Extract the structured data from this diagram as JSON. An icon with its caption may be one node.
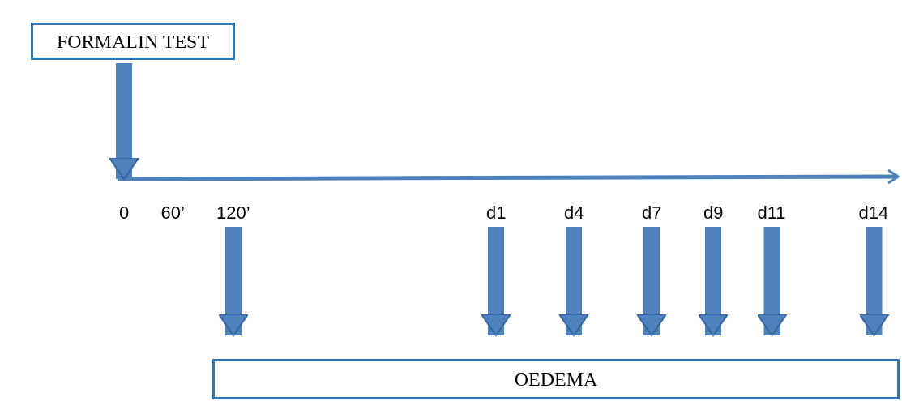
{
  "diagram": {
    "nodes": [
      {
        "text": [
          "FORMALIN TEST"
        ]
      },
      {
        "text": [
          "0"
        ]
      },
      {
        "text": [
          "60’"
        ]
      },
      {
        "text": [
          "120’"
        ]
      },
      {
        "text": [
          "d1"
        ]
      },
      {
        "text": [
          "d4"
        ]
      },
      {
        "text": [
          "d7"
        ]
      },
      {
        "text": [
          "d9"
        ]
      },
      {
        "text": [
          "d11"
        ]
      },
      {
        "text": [
          "d14"
        ]
      },
      {
        "text": [
          "OEDEMA"
        ]
      }
    ],
    "edges": [
      {
        "from": 0,
        "to": 1,
        "arrow": "to"
      },
      {
        "from": 3,
        "to": 10,
        "arrow": "to"
      },
      {
        "from": 4,
        "to": 10,
        "arrow": "to"
      },
      {
        "from": 5,
        "to": 10,
        "arrow": "to"
      },
      {
        "from": 6,
        "to": 10,
        "arrow": "to"
      },
      {
        "from": 7,
        "to": 10,
        "arrow": "to"
      },
      {
        "from": 8,
        "to": 10,
        "arrow": "to"
      },
      {
        "from": 9,
        "to": 10,
        "arrow": "to"
      }
    ]
  }
}
